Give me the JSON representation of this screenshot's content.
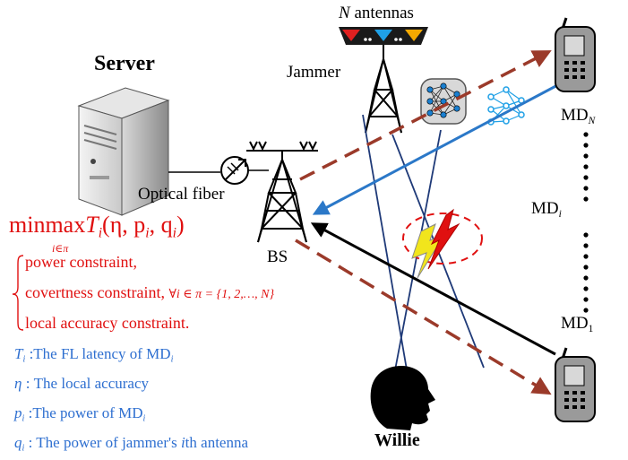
{
  "labels": {
    "server": "Server",
    "jammer": "Jammer",
    "antennas_n": "N",
    "antennas_word": "antennas",
    "optical_fiber": "Optical fiber",
    "bs": "BS",
    "willie": "Willie",
    "md_n_base": "MD",
    "md_n_sub": "N",
    "md_i_base": "MD",
    "md_i_sub": "i",
    "md_1_base": "MD",
    "md_1_sub": "1"
  },
  "objective": {
    "op": "minmax",
    "under": "i∈π",
    "fn": "T",
    "fn_sub": "i",
    "args": "(η, p",
    "args_sub1": "i",
    "args_mid": ", q",
    "args_sub2": "i",
    "args_end": ")"
  },
  "constraints": [
    {
      "text": "power constraint,"
    },
    {
      "text": "covertness constraint, ",
      "extra": "∀i ∈ π = {1, 2,…, N}"
    },
    {
      "text": "local accuracy constraint."
    }
  ],
  "legend": [
    {
      "sym": "T",
      "sym_sub": "i",
      "desc": " :The FL latency of MD",
      "desc_sub": "i"
    },
    {
      "sym": "η",
      "sym_sub": "",
      "desc": " : The local accuracy",
      "desc_sub": ""
    },
    {
      "sym": "p",
      "sym_sub": "i",
      "desc": " :The power of MD",
      "desc_sub": "i"
    },
    {
      "sym": "q",
      "sym_sub": "i",
      "desc": " : The power of jammer's ",
      "desc_sub": "",
      "tail_italic": "i",
      "tail": "th antenna"
    }
  ],
  "colors": {
    "red": "#e01010",
    "blue": "#2e6fd0",
    "dashed_arrow": "#9b3a2a",
    "uplink_blue": "#2b78c8",
    "black": "#000000"
  },
  "icons": [
    "server-icon",
    "tower-icon",
    "jammer-antenna-icon",
    "phone-icon",
    "neural-net-icon",
    "willie-head-icon",
    "lightning-icon"
  ]
}
